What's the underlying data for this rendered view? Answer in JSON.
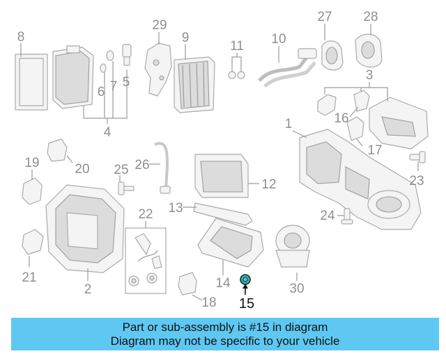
{
  "callouts": {
    "c1": "1",
    "c2": "2",
    "c3": "3",
    "c4": "4",
    "c5": "5",
    "c6": "6",
    "c7": "7",
    "c8": "8",
    "c9": "9",
    "c10": "10",
    "c11": "11",
    "c12": "12",
    "c13": "13",
    "c14": "14",
    "c15": "15",
    "c16": "16",
    "c17": "17",
    "c18": "18",
    "c19": "19",
    "c20": "20",
    "c21": "21",
    "c22": "22",
    "c23": "23",
    "c24": "24",
    "c25": "25",
    "c26": "26",
    "c27": "27",
    "c28": "28",
    "c29": "29",
    "c30": "30"
  },
  "highlight": {
    "callout": "15",
    "color": "#5ec8f2"
  },
  "banner": {
    "line1": "Part or sub-assembly is #15 in diagram",
    "line2": "Diagram may not be specific to your vehicle",
    "bg_color": "#5ec8f2"
  }
}
